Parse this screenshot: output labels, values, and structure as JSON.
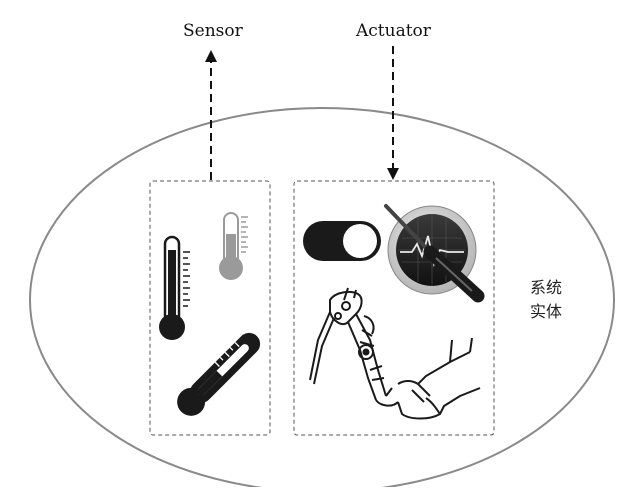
{
  "labels": {
    "sensor": "Sensor",
    "actuator": "Actuator",
    "entity_line1": "系统",
    "entity_line2": "实体"
  },
  "colors": {
    "outline": "#8a8a8a",
    "dashed": "#555555",
    "arrow": "#111111",
    "dark": "#1a1a1a",
    "mid_gray": "#9a9a9a",
    "light_gray": "#d8d8d8"
  }
}
